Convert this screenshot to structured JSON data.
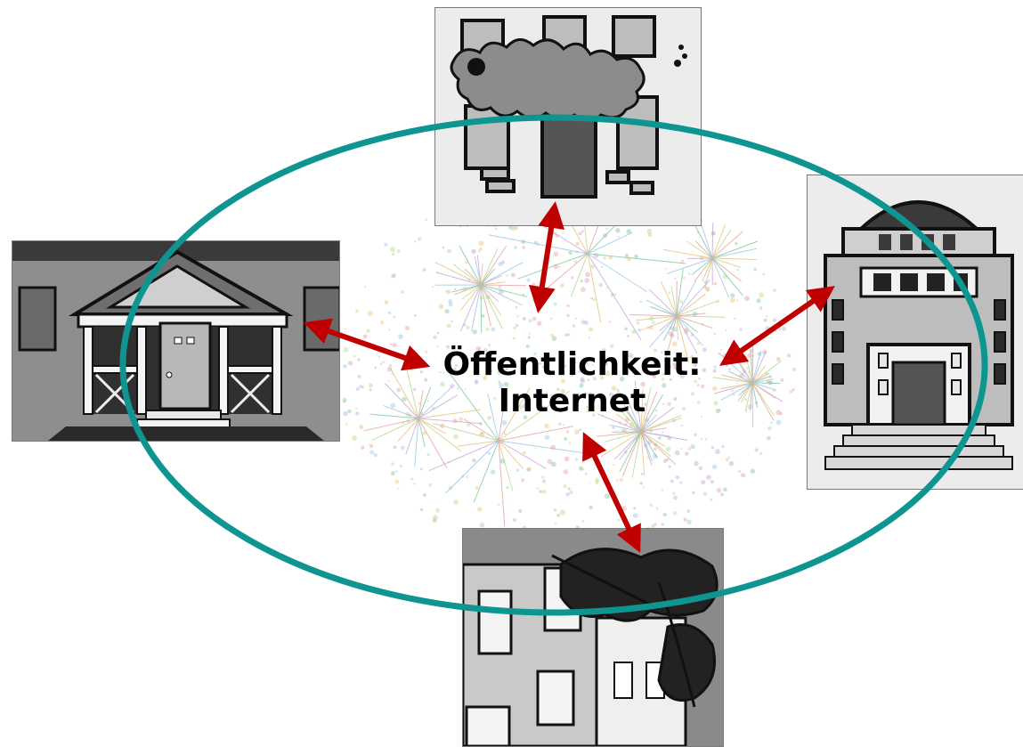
{
  "center_label": {
    "line1": "Öffentlichkeit:",
    "line2": "Internet"
  },
  "colors": {
    "ellipse": "#0f9591",
    "arrow": "#c00000",
    "network": [
      "#7ec8a0",
      "#9ac6e8",
      "#c7a6d8",
      "#e8c07a",
      "#b8d88a",
      "#e8a0a0"
    ]
  },
  "nodes": [
    {
      "id": "top",
      "depicts": "row-house-facade"
    },
    {
      "id": "left",
      "depicts": "porch-house"
    },
    {
      "id": "right",
      "depicts": "institutional-building"
    },
    {
      "id": "bottom",
      "depicts": "house-with-tree"
    }
  ]
}
